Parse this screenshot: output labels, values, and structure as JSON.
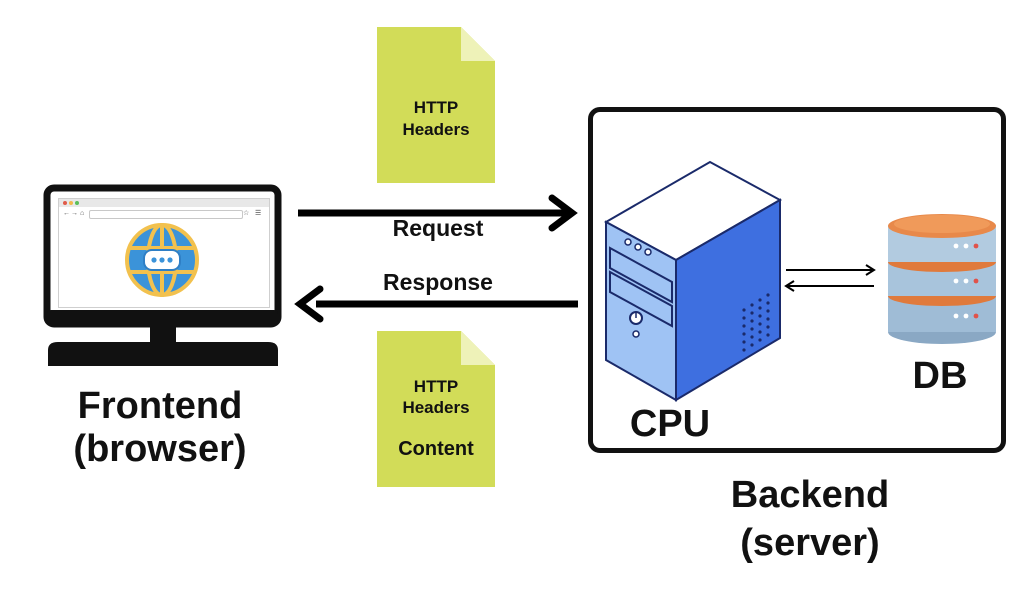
{
  "frontend": {
    "title_line1": "Frontend",
    "title_line2": "(browser)",
    "browser_icon": "globe-chat-icon"
  },
  "request": {
    "label": "Request",
    "document": {
      "line1": "HTTP",
      "line2": "Headers"
    }
  },
  "response": {
    "label": "Response",
    "document": {
      "line1": "HTTP",
      "line2": "Headers",
      "line3": "Content"
    }
  },
  "backend": {
    "title_line1": "Backend",
    "title_line2": "(server)",
    "cpu_label": "CPU",
    "db_label": "DB"
  },
  "colors": {
    "document": "#d2dc58",
    "document_fold": "#eef2b8",
    "cpu_side": "#3e6fe0",
    "cpu_front": "#9fc3f4",
    "db_silver": "#9fbcd6",
    "db_top": "#e07a3c",
    "globe_blue": "#3b93d9",
    "globe_gold": "#f2c14e"
  }
}
